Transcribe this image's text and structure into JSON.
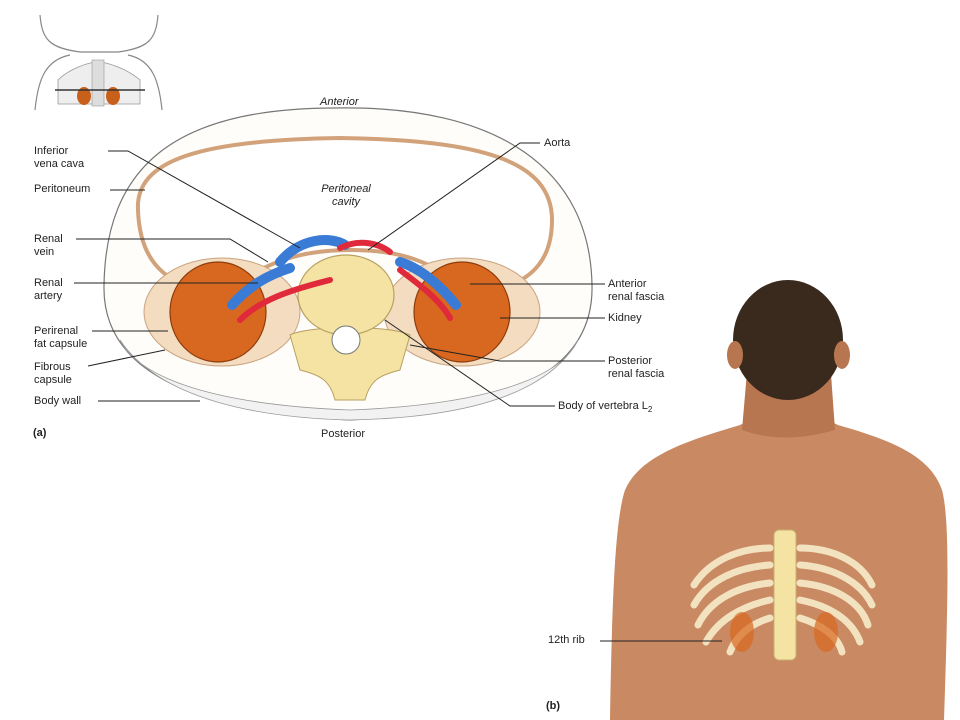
{
  "panel_a": {
    "letter": "(a)",
    "orientation": {
      "top": "Anterior",
      "bottom": "Posterior"
    },
    "cavity": "Peritoneal\ncavity",
    "left_labels": {
      "ivc": "Inferior\nvena cava",
      "peritoneum": "Peritoneum",
      "renal_vein": "Renal\nvein",
      "renal_artery": "Renal\nartery",
      "perirenal": "Perirenal\nfat capsule",
      "fibrous": "Fibrous\ncapsule",
      "body_wall": "Body wall"
    },
    "right_labels": {
      "aorta": "Aorta",
      "anterior_fascia": "Anterior\nrenal fascia",
      "kidney": "Kidney",
      "posterior_fascia": "Posterior\nrenal fascia",
      "vertebra": "Body of vertebra L",
      "vertebra_sub": "2"
    }
  },
  "panel_b": {
    "letter": "(b)",
    "rib_label": "12th rib"
  },
  "colors": {
    "kidney": "#d8681f",
    "fat": "#f3dcc0",
    "vein": "#3a7bd5",
    "artery": "#e0293a",
    "bone": "#f4e3a3",
    "skin": "#c98a63",
    "hair": "#3a2a1e"
  }
}
